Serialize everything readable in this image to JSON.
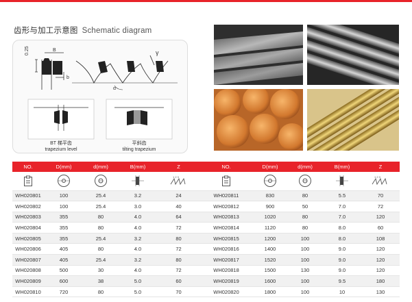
{
  "header": {
    "title_cn": "齿形与加工示意图",
    "title_en": "Schematic diagram"
  },
  "diagram": {
    "dim_025": "0.25",
    "dim_b_upper": "B",
    "dim_b_lower": "b",
    "gamma": "γ",
    "alpha": "α",
    "bt_label_cn": "BT 梯平齿",
    "bt_label_en": "trapezium  level",
    "tt_label_cn": "平斜齿",
    "tt_label_en": "tilting trapezium",
    "series_123": "1 2 3"
  },
  "photos": [
    {
      "name": "aluminium-plates-photo"
    },
    {
      "name": "steel-rods-photo"
    },
    {
      "name": "copper-rods-photo"
    },
    {
      "name": "brass-rods-photo"
    }
  ],
  "table": {
    "headers": [
      "NO.",
      "D(mm)",
      "d(mm)",
      "B(mm)",
      "Z",
      "NO.",
      "D(mm)",
      "d(mm)",
      "B(mm)",
      "Z"
    ],
    "rows": [
      [
        "WH020801",
        "100",
        "25.4",
        "3.2",
        "24",
        "WH020811",
        "830",
        "80",
        "5.5",
        "70"
      ],
      [
        "WH020802",
        "100",
        "25.4",
        "3.0",
        "40",
        "WH020812",
        "900",
        "50",
        "7.0",
        "72"
      ],
      [
        "WH020803",
        "355",
        "80",
        "4.0",
        "64",
        "WH020813",
        "1020",
        "80",
        "7.0",
        "120"
      ],
      [
        "WH020804",
        "355",
        "80",
        "4.0",
        "72",
        "WH020814",
        "1120",
        "80",
        "8.0",
        "60"
      ],
      [
        "WH020805",
        "355",
        "25.4",
        "3.2",
        "80",
        "WH020815",
        "1200",
        "100",
        "8.0",
        "108"
      ],
      [
        "WH020806",
        "405",
        "80",
        "4.0",
        "72",
        "WH020816",
        "1400",
        "100",
        "9.0",
        "120"
      ],
      [
        "WH020807",
        "405",
        "25.4",
        "3.2",
        "80",
        "WH020817",
        "1520",
        "100",
        "9.0",
        "120"
      ],
      [
        "WH020808",
        "500",
        "30",
        "4.0",
        "72",
        "WH020818",
        "1500",
        "130",
        "9.0",
        "120"
      ],
      [
        "WH020809",
        "600",
        "38",
        "5.0",
        "60",
        "WH020819",
        "1600",
        "100",
        "9.5",
        "180"
      ],
      [
        "WH020810",
        "720",
        "80",
        "5.0",
        "70",
        "WH020820",
        "1800",
        "100",
        "10",
        "130"
      ]
    ]
  },
  "colors": {
    "accent_red": "#e8232a"
  }
}
